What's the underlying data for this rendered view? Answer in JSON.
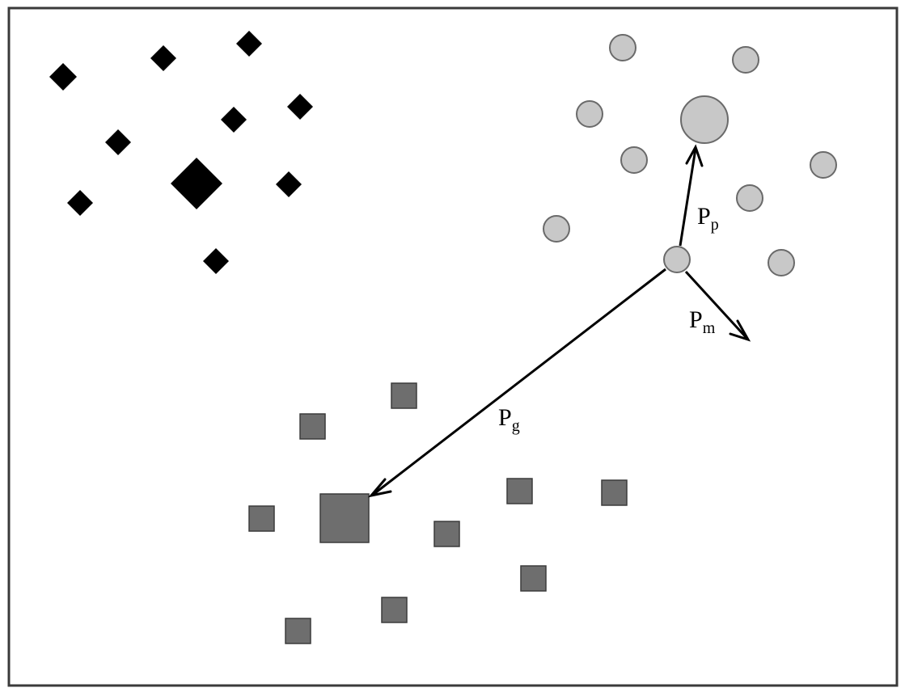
{
  "diagram": {
    "vectors": {
      "personal": {
        "main": "P",
        "sub": "p"
      },
      "mutation": {
        "main": "P",
        "sub": "m"
      },
      "global": {
        "main": "P",
        "sub": "g"
      }
    },
    "colors": {
      "diamond_group": "#000000",
      "square_group": "#6e6e6e",
      "circle_group": "#c8c8c8",
      "arrows": "#000000",
      "frame": "#3a3a3a"
    },
    "groups": {
      "diamonds": {
        "shape": "diamond",
        "point_count": 10,
        "has_large_center": true
      },
      "circles": {
        "shape": "circle",
        "point_count": 10,
        "has_large_center": true
      },
      "squares": {
        "shape": "square",
        "point_count": 10,
        "has_large_center": true
      }
    }
  }
}
